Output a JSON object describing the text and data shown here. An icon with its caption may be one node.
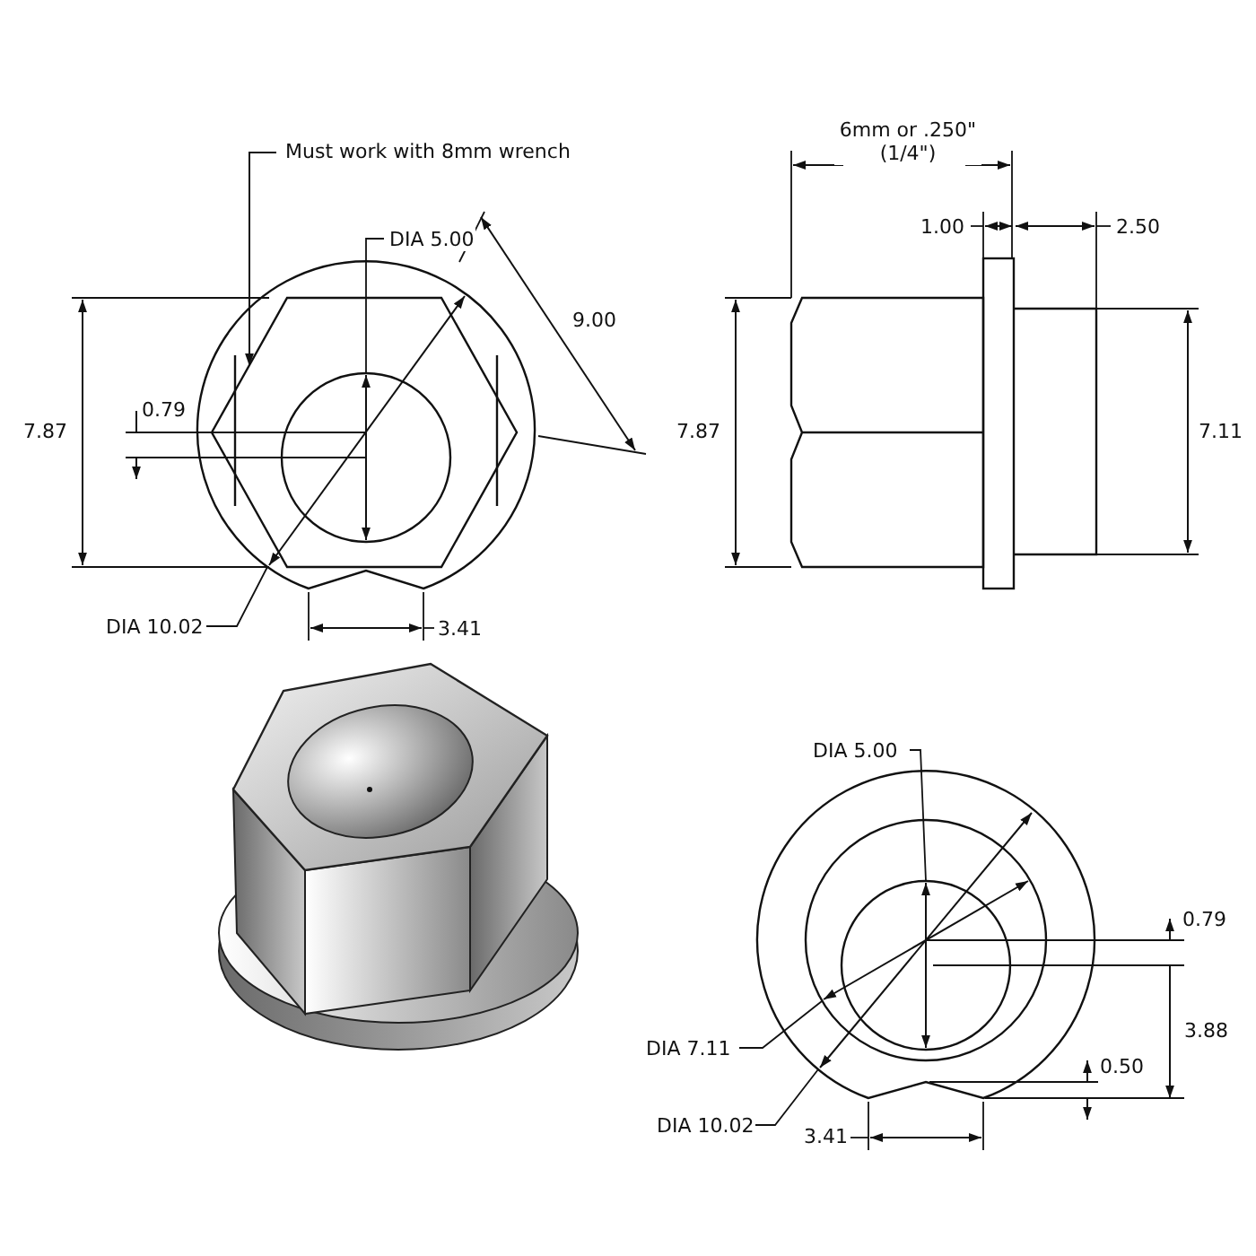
{
  "diagram": {
    "nodes": [
      {
        "text": [
          "Must work with 8mm wrench"
        ]
      },
      {
        "text": [],
        "shape": "hexagon"
      }
    ],
    "edges": [
      {
        "from": 0,
        "to": 1,
        "arrow": "to"
      }
    ],
    "labels": [
      "DIA 5.00",
      "9.00",
      "7.87",
      "0.79",
      "DIA 10.02",
      "3.41",
      "6mm or .250\" (1/4\")",
      "1.00",
      "2.50",
      "7.87",
      "7.11",
      "DIA 5.00",
      "0.79",
      "3.88",
      "0.50",
      "DIA 7.11",
      "DIA 10.02",
      "3.41"
    ]
  }
}
